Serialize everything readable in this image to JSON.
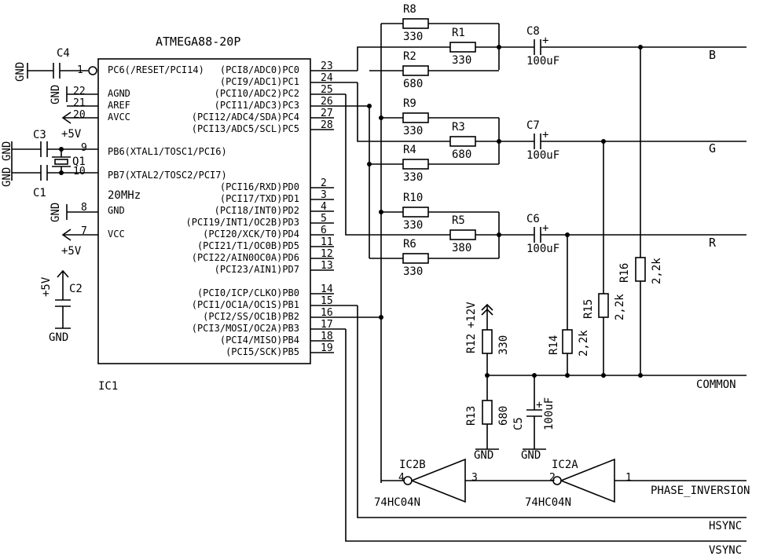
{
  "ic1": {
    "part": "ATMEGA88-20P",
    "ref": "IC1",
    "crystal": "20MHz",
    "left_pins": [
      {
        "num": "1",
        "name": "PC6(/RESET/PCI14)"
      },
      {
        "num": "22",
        "name": "AGND"
      },
      {
        "num": "21",
        "name": "AREF"
      },
      {
        "num": "20",
        "name": "AVCC"
      },
      {
        "num": "9",
        "name": "PB6(XTAL1/TOSC1/PCI6)"
      },
      {
        "num": "10",
        "name": "PB7(XTAL2/TOSC2/PCI7)"
      },
      {
        "num": "8",
        "name": "GND"
      },
      {
        "num": "7",
        "name": "VCC"
      }
    ],
    "right_pins": [
      {
        "num": "23",
        "name": "(PCI8/ADC0)PC0"
      },
      {
        "num": "24",
        "name": "(PCI9/ADC1)PC1"
      },
      {
        "num": "25",
        "name": "(PCI10/ADC2)PC2"
      },
      {
        "num": "26",
        "name": "(PCI11/ADC3)PC3"
      },
      {
        "num": "27",
        "name": "(PCI12/ADC4/SDA)PC4"
      },
      {
        "num": "28",
        "name": "(PCI13/ADC5/SCL)PC5"
      },
      {
        "num": "2",
        "name": "(PCI16/RXD)PD0"
      },
      {
        "num": "3",
        "name": "(PCI17/TXD)PD1"
      },
      {
        "num": "4",
        "name": "(PCI18/INT0)PD2"
      },
      {
        "num": "5",
        "name": "(PCI19/INT1/OC2B)PD3"
      },
      {
        "num": "6",
        "name": "(PCI20/XCK/T0)PD4"
      },
      {
        "num": "11",
        "name": "(PCI21/T1/OC0B)PD5"
      },
      {
        "num": "12",
        "name": "(PCI22/AIN0OC0A)PD6"
      },
      {
        "num": "13",
        "name": "(PCI23/AIN1)PD7"
      },
      {
        "num": "14",
        "name": "(PCI0/ICP/CLKO)PB0"
      },
      {
        "num": "15",
        "name": "(PCI1/OC1A/OC1S)PB1"
      },
      {
        "num": "16",
        "name": "(PCI2/SS/OC1B)PB2"
      },
      {
        "num": "17",
        "name": "(PCI3/MOSI/OC2A)PB3"
      },
      {
        "num": "18",
        "name": "(PCI4/MISO)PB4"
      },
      {
        "num": "19",
        "name": "(PCI5/SCK)PB5"
      }
    ]
  },
  "components": {
    "R8": {
      "ref": "R8",
      "value": "330"
    },
    "R1": {
      "ref": "R1",
      "value": "330"
    },
    "R2": {
      "ref": "R2",
      "value": "680"
    },
    "R9": {
      "ref": "R9",
      "value": "330"
    },
    "R3": {
      "ref": "R3",
      "value": "680"
    },
    "R4": {
      "ref": "R4",
      "value": "330"
    },
    "R10": {
      "ref": "R10",
      "value": "330"
    },
    "R5": {
      "ref": "R5",
      "value": "380"
    },
    "R6": {
      "ref": "R6",
      "value": "330"
    },
    "R12": {
      "ref": "R12",
      "value": "330"
    },
    "R13": {
      "ref": "R13",
      "value": "680"
    },
    "R14": {
      "ref": "R14",
      "value": "2,2k"
    },
    "R15": {
      "ref": "R15",
      "value": "2,2k"
    },
    "R16": {
      "ref": "R16",
      "value": "2,2k"
    },
    "C1": {
      "ref": "C1"
    },
    "C2": {
      "ref": "C2"
    },
    "C3": {
      "ref": "C3"
    },
    "C4": {
      "ref": "C4"
    },
    "C5": {
      "ref": "C5",
      "value": "100uF"
    },
    "C6": {
      "ref": "C6",
      "value": "100uF"
    },
    "C7": {
      "ref": "C7",
      "value": "100uF"
    },
    "C8": {
      "ref": "C8",
      "value": "100uF"
    },
    "Q1": {
      "ref": "Q1"
    },
    "IC2A": {
      "ref": "IC2A",
      "part": "74HC04N",
      "in_pin": "1",
      "out_pin": "2"
    },
    "IC2B": {
      "ref": "IC2B",
      "part": "74HC04N",
      "in_pin": "3",
      "out_pin": "4"
    }
  },
  "nets": {
    "gnd": "GND",
    "plus5v": "+5V",
    "plus12v": "+12V",
    "b": "B",
    "g": "G",
    "r": "R",
    "common": "COMMON",
    "phase_inversion": "PHASE_INVERSION",
    "hsync": "HSYNC",
    "vsync": "VSYNC"
  },
  "symbols": {
    "plus": "+"
  }
}
